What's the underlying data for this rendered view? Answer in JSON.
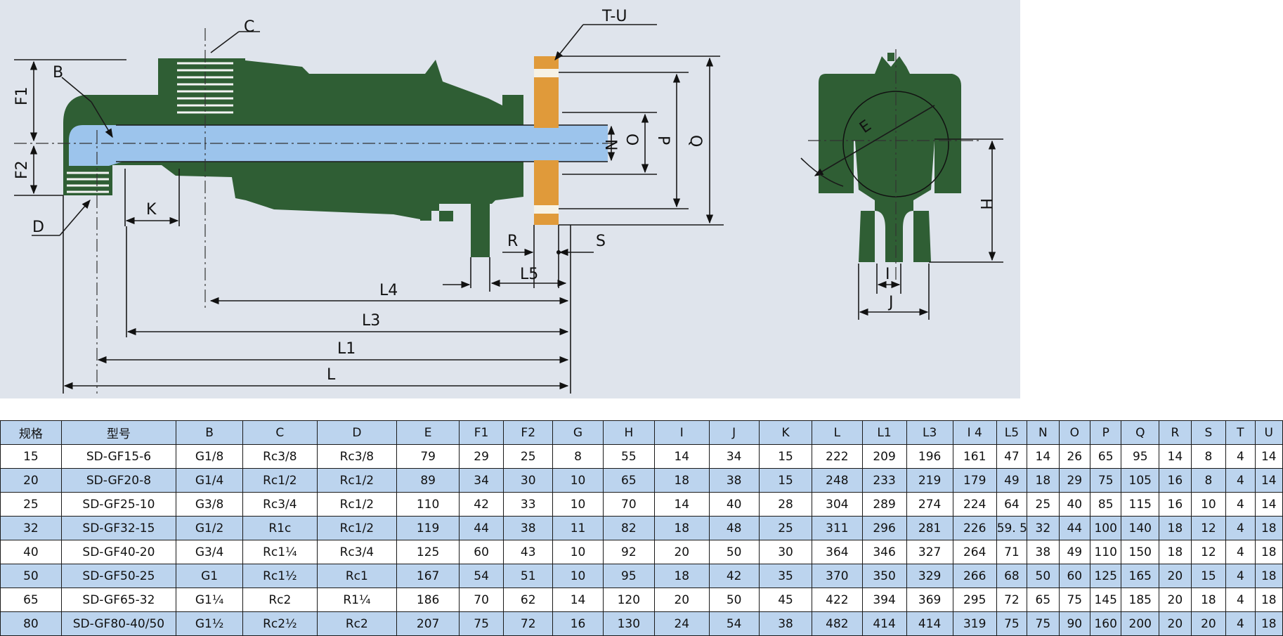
{
  "drawing": {
    "colors": {
      "background": "#dfe4ec",
      "body": "#2f5e34",
      "pipe": "#9cc4ec",
      "flange": "#e09a3a"
    },
    "labels": {
      "C": "C",
      "B": "B",
      "F1": "F1",
      "F2": "F2",
      "D": "D",
      "K": "K",
      "TU": "T-U",
      "N": "N",
      "O": "O",
      "P": "P",
      "Q": "Q",
      "R": "R",
      "S": "S",
      "L5": "L5",
      "L4": "L4",
      "L3": "L3",
      "L1": "L1",
      "L": "L",
      "E": "E",
      "H": "H",
      "I": "I",
      "J": "J"
    }
  },
  "table": {
    "headers": [
      "规格",
      "型号",
      "B",
      "C",
      "D",
      "E",
      "F1",
      "F2",
      "G",
      "H",
      "I",
      "J",
      "K",
      "L",
      "L1",
      "L3",
      "I 4",
      "L5",
      "N",
      "O",
      "P",
      "Q",
      "R",
      "S",
      "T",
      "U"
    ],
    "rows": [
      [
        "15",
        "SD-GF15-6",
        "G1/8",
        "Rc3/8",
        "Rc3/8",
        "79",
        "29",
        "25",
        "8",
        "55",
        "14",
        "34",
        "15",
        "222",
        "209",
        "196",
        "161",
        "47",
        "14",
        "26",
        "65",
        "95",
        "14",
        "8",
        "4",
        "14"
      ],
      [
        "20",
        "SD-GF20-8",
        "G1/4",
        "Rc1/2",
        "Rc1/2",
        "89",
        "34",
        "30",
        "10",
        "65",
        "18",
        "38",
        "15",
        "248",
        "233",
        "219",
        "179",
        "49",
        "18",
        "29",
        "75",
        "105",
        "16",
        "8",
        "4",
        "14"
      ],
      [
        "25",
        "SD-GF25-10",
        "G3/8",
        "Rc3/4",
        "Rc1/2",
        "110",
        "42",
        "33",
        "10",
        "70",
        "14",
        "40",
        "28",
        "304",
        "289",
        "274",
        "224",
        "64",
        "25",
        "40",
        "85",
        "115",
        "16",
        "10",
        "4",
        "14"
      ],
      [
        "32",
        "SD-GF32-15",
        "G1/2",
        "R1c",
        "Rc1/2",
        "119",
        "44",
        "38",
        "11",
        "82",
        "18",
        "48",
        "25",
        "311",
        "296",
        "281",
        "226",
        "59. 5",
        "32",
        "44",
        "100",
        "140",
        "18",
        "12",
        "4",
        "18"
      ],
      [
        "40",
        "SD-GF40-20",
        "G3/4",
        "Rc1¼",
        "Rc3/4",
        "125",
        "60",
        "43",
        "10",
        "92",
        "20",
        "50",
        "30",
        "364",
        "346",
        "327",
        "264",
        "71",
        "38",
        "49",
        "110",
        "150",
        "18",
        "12",
        "4",
        "18"
      ],
      [
        "50",
        "SD-GF50-25",
        "G1",
        "Rc1½",
        "Rc1",
        "167",
        "54",
        "51",
        "10",
        "95",
        "18",
        "42",
        "35",
        "370",
        "350",
        "329",
        "266",
        "68",
        "50",
        "60",
        "125",
        "165",
        "20",
        "15",
        "4",
        "18"
      ],
      [
        "65",
        "SD-GF65-32",
        "G1¼",
        "Rc2",
        "R1¼",
        "186",
        "70",
        "62",
        "14",
        "120",
        "20",
        "50",
        "45",
        "422",
        "394",
        "369",
        "295",
        "72",
        "65",
        "75",
        "145",
        "185",
        "20",
        "18",
        "4",
        "18"
      ],
      [
        "80",
        "SD-GF80-40/50",
        "G1½",
        "Rc2½",
        "Rc2",
        "207",
        "75",
        "72",
        "16",
        "130",
        "24",
        "54",
        "38",
        "482",
        "414",
        "414",
        "319",
        "75",
        "75",
        "90",
        "160",
        "200",
        "20",
        "20",
        "4",
        "18"
      ]
    ]
  }
}
